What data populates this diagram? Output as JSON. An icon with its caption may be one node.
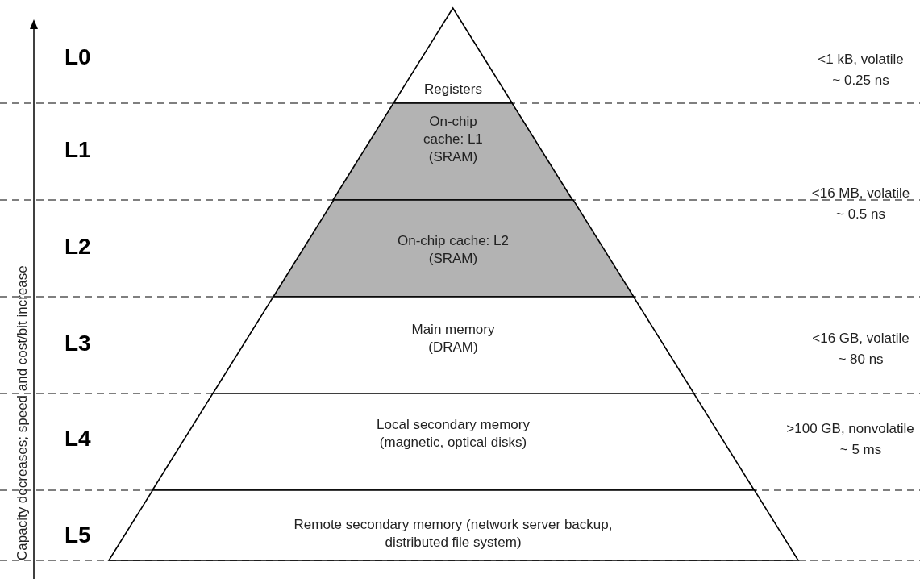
{
  "diagram": {
    "nodes": [
      {
        "text": [
          "Registers"
        ]
      },
      {
        "text": [
          "On-chip cache: L1 (SRAM)"
        ]
      },
      {
        "text": [
          "On-chip cache: L2 (SRAM)"
        ]
      },
      {
        "text": [
          "Main memory (DRAM)"
        ]
      },
      {
        "text": [
          "Local secondary memory (magnetic, optical disks)"
        ]
      },
      {
        "text": [
          "Remote secondary memory (network server backup, distributed file system)"
        ]
      }
    ],
    "edges": [],
    "labels": [
      "Capacity decreases; speed and cost/bit increase",
      "L0",
      "<1 kB, volatile",
      "~ 0.25 ns",
      "L1",
      "<16 MB, volatile",
      "~ 0.5 ns",
      "L2",
      "L3",
      "<16 GB, volatile",
      "~ 80 ns",
      "L4",
      ">100 GB, nonvolatile",
      "~ 5 ms",
      "L5"
    ]
  }
}
